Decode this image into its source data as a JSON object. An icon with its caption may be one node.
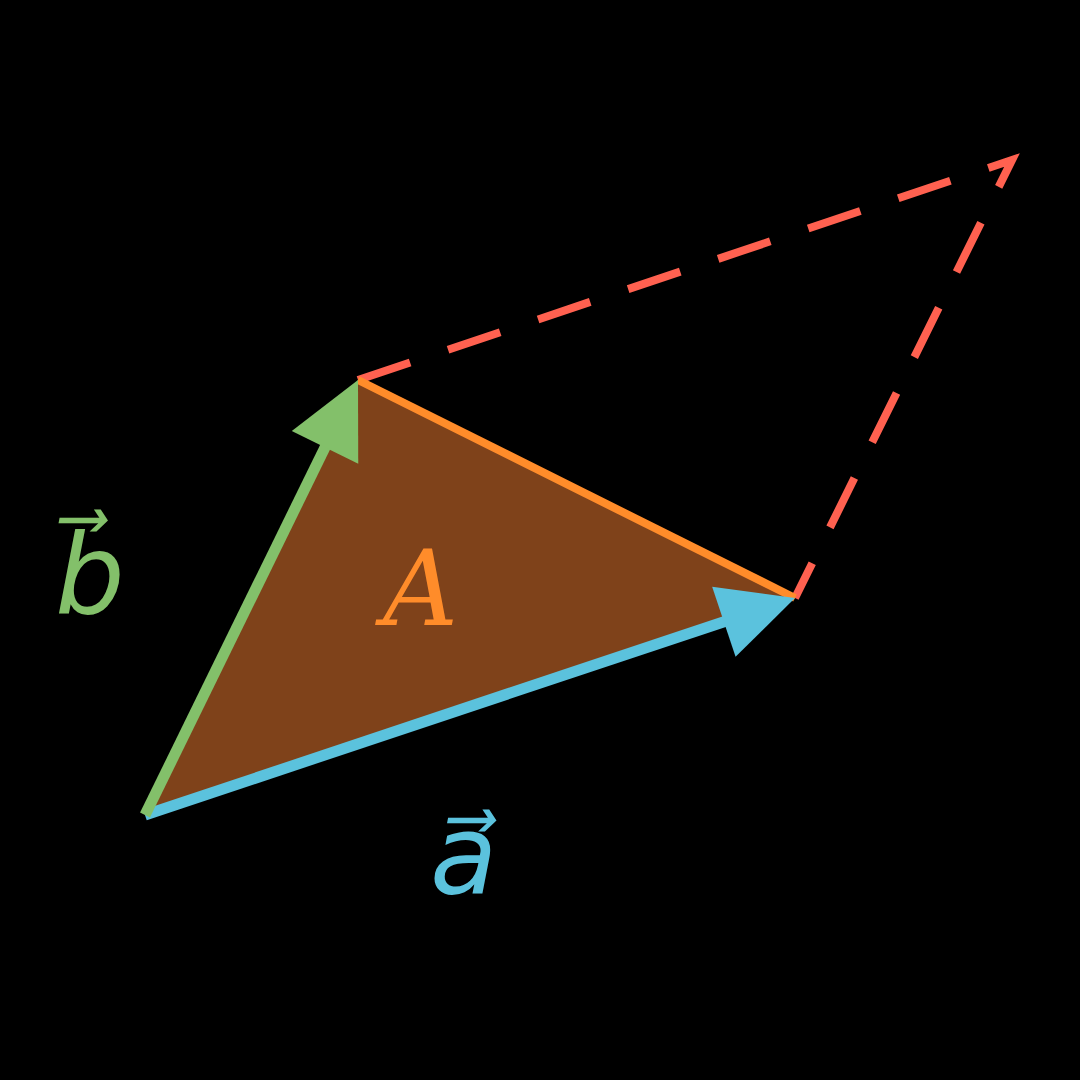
{
  "diagram": {
    "nodes": [
      {
        "text": [
          "A"
        ]
      }
    ],
    "labels": [
      "b⃗",
      "a⃗"
    ]
  }
}
